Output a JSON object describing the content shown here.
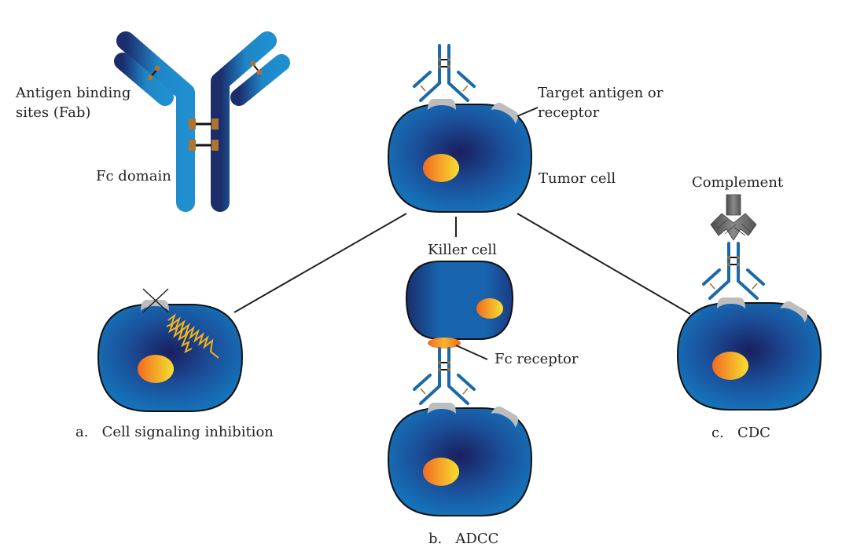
{
  "diagram": {
    "title": "Monoclonal antibody mechanisms of action",
    "antibody_structure": {
      "fab_label_line1": "Antigen binding",
      "fab_label_line2": "sites (Fab)",
      "fc_label": "Fc domain"
    },
    "tumor_cell_top": {
      "antigen_label_line1": "Target antigen or",
      "antigen_label_line2": "receptor",
      "cell_label": "Tumor cell"
    },
    "mechanism_a": {
      "caption": "a.   Cell signaling inhibition"
    },
    "mechanism_b": {
      "killer_label": "Killer cell",
      "fc_receptor_label": "Fc receptor",
      "caption": "b.   ADCC"
    },
    "mechanism_c": {
      "complement_label": "Complement",
      "caption": "c.   CDC"
    },
    "colors": {
      "antibody_light": "#1f8fd0",
      "antibody_dark": "#1b2d6b",
      "cell_edge": "#1571b8",
      "cell_center": "#1a1f5e",
      "nucleus_left": "#f26a22",
      "nucleus_right": "#f6e12e",
      "antigen_gray": "#bdbdbd",
      "disulfide_bond": "#a86b2a",
      "signal_zigzag": "#f2b31b",
      "complement_gray": "#707070"
    }
  }
}
